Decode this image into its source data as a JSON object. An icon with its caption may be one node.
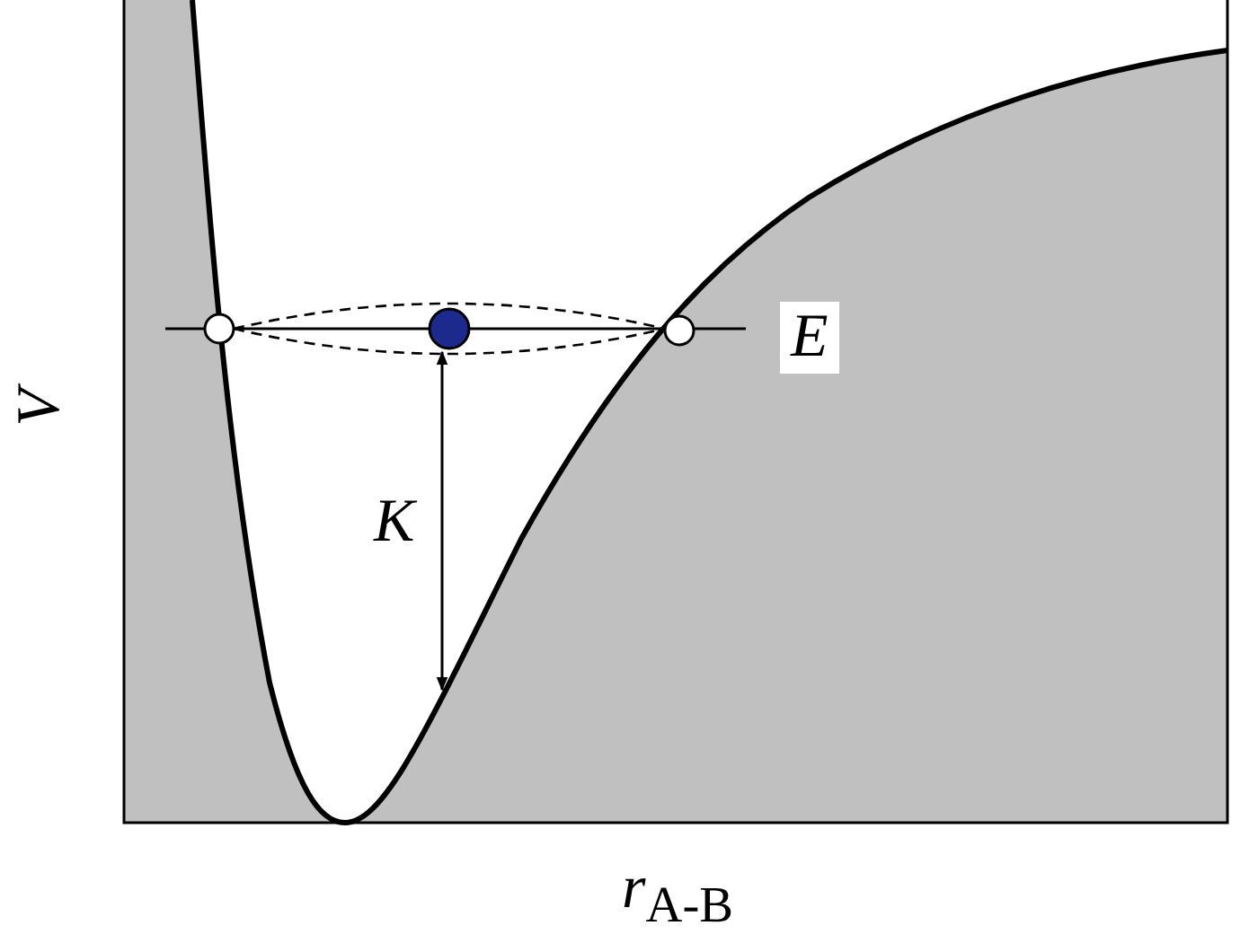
{
  "diagram": {
    "labels": [
      "E",
      "K",
      "V",
      "*r*$_{A-B}$"
    ]
  }
}
